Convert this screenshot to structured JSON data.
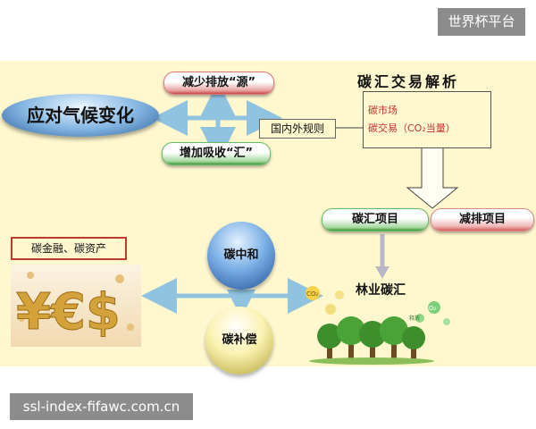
{
  "watermark_top": "世界杯平台",
  "watermark_bottom": "ssl-index-fifawc.com.cn",
  "diagram": {
    "main": "应对气候变化",
    "reduce_source": "减少排放“源”",
    "increase_sink": "增加吸收“汇”",
    "rules": "国内外规则",
    "analysis_title": "碳汇交易解析",
    "analysis_lines": [
      "碳市场",
      "碳交易（CO₂当量）"
    ],
    "carbon_sink_project": "碳汇项目",
    "reduction_project": "减排项目",
    "forestry_sink": "林业碳汇",
    "finance": "碳金融、碳资产",
    "neutral": "碳中和",
    "compensation": "碳补偿",
    "currency_symbols": "¥€$",
    "co2_label": "CO₂",
    "o2_label": "O₂",
    "release_label": "释放"
  }
}
